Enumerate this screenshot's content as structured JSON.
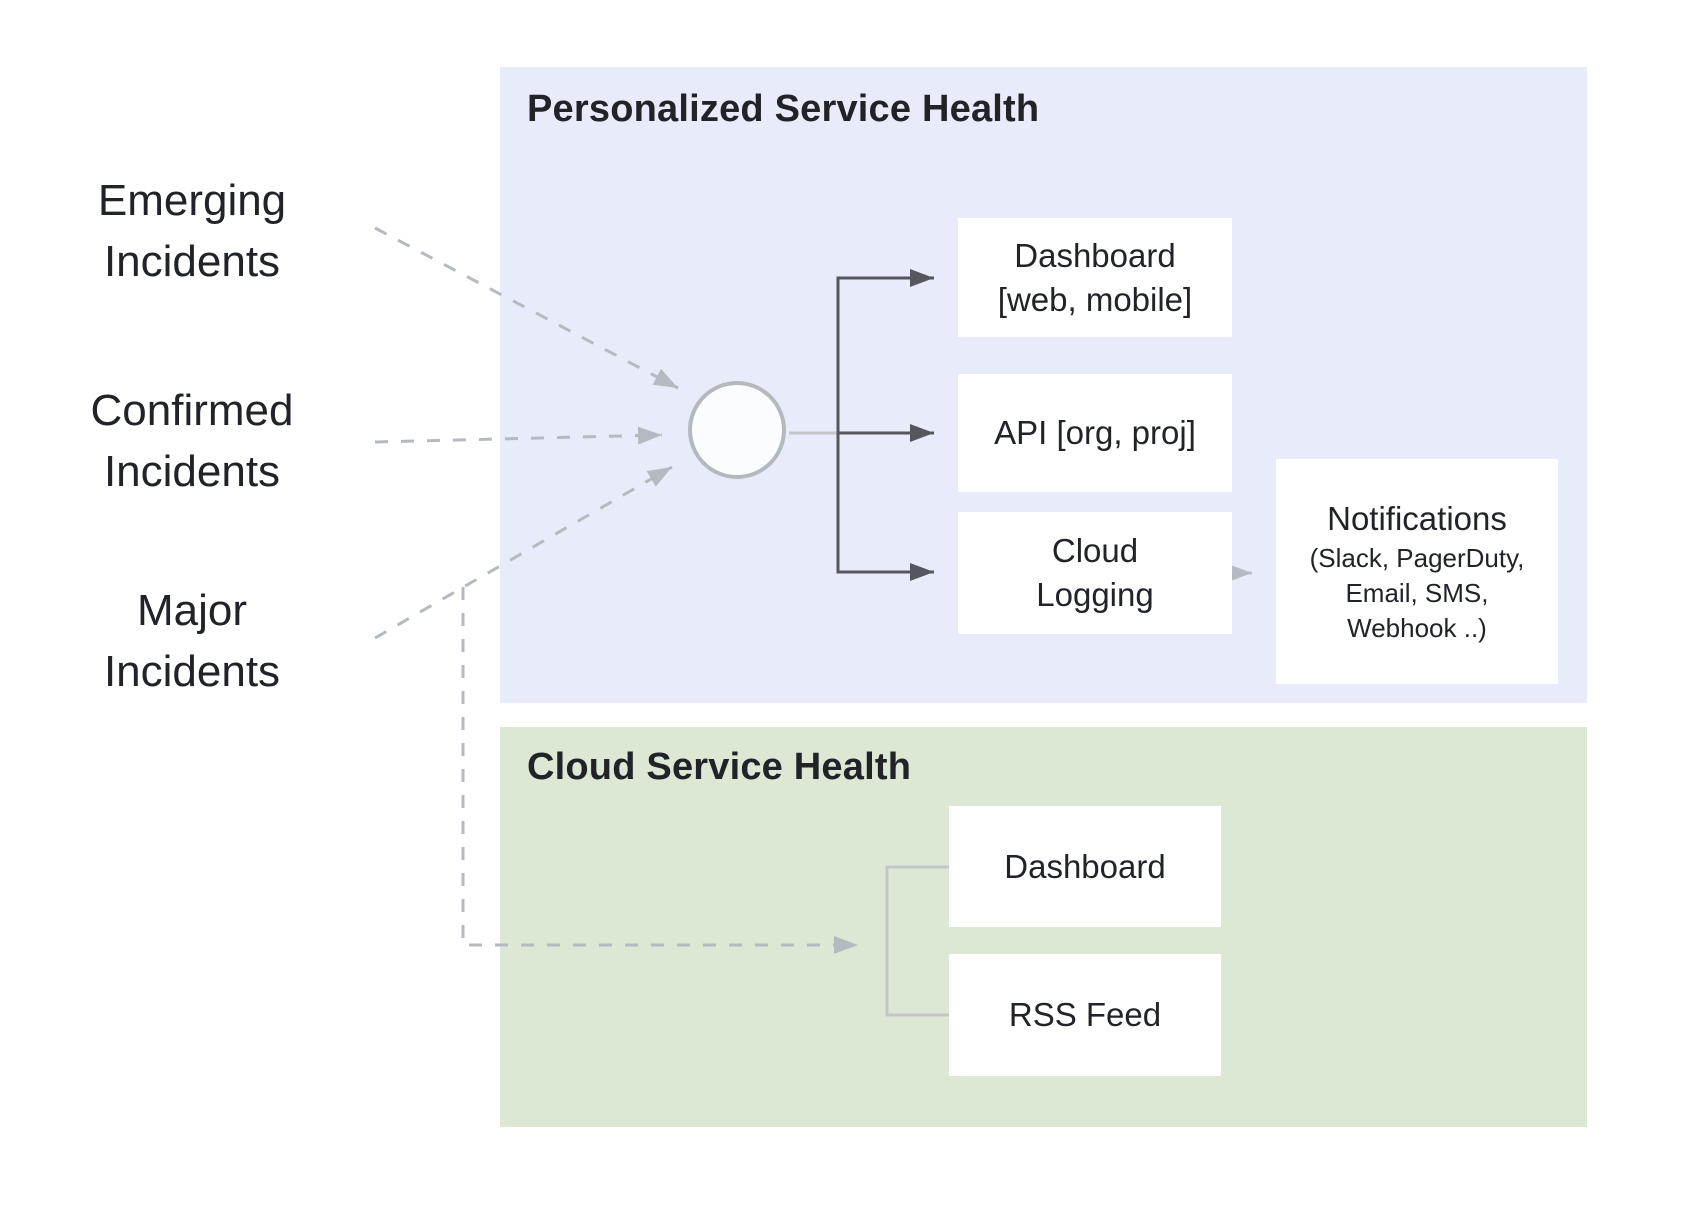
{
  "left_labels": [
    {
      "label": "Emerging\nIncidents"
    },
    {
      "label": "Confirmed\nIncidents"
    },
    {
      "label": "Major\nIncidents"
    }
  ],
  "personalized_section": {
    "title": "Personalized Service Health",
    "nodes": {
      "dashboard": "Dashboard\n[web, mobile]",
      "api": "API [org, proj]",
      "cloud_logging": "Cloud\nLogging",
      "notifications_title": "Notifications",
      "notifications_sub": "(Slack, PagerDuty,\nEmail, SMS,\nWebhook ..)"
    }
  },
  "cloud_section": {
    "title": "Cloud Service Health",
    "nodes": {
      "dashboard": "Dashboard",
      "rss": "RSS Feed"
    }
  },
  "colors": {
    "personalized_bg": "#e8ecfa",
    "cloud_bg": "#dce8d4",
    "node_bg": "#ffffff",
    "ink": "#202328",
    "dark_arrow": "#54585e",
    "gray_arrow": "#b5bac0",
    "light_line": "#c3c7cc",
    "hub_fill": "#fbfcfd",
    "hub_stroke": "#b4b9be"
  }
}
